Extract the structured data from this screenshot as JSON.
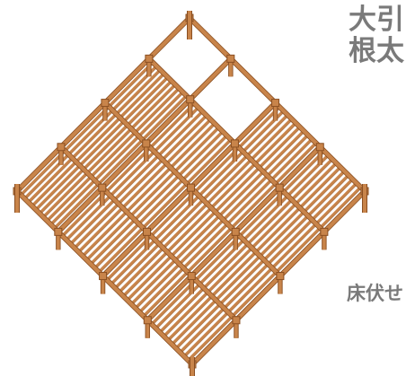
{
  "labels": {
    "ohbiki": "大引",
    "nedaa": "根太",
    "yukabuse": "床伏せ"
  },
  "colors": {
    "timber": "#c8844a",
    "timber_edge": "#8a4f22",
    "background": "#ffffff",
    "label": "#7a7a7a"
  },
  "structure": {
    "description_shown": false,
    "missing_bays": 2
  }
}
